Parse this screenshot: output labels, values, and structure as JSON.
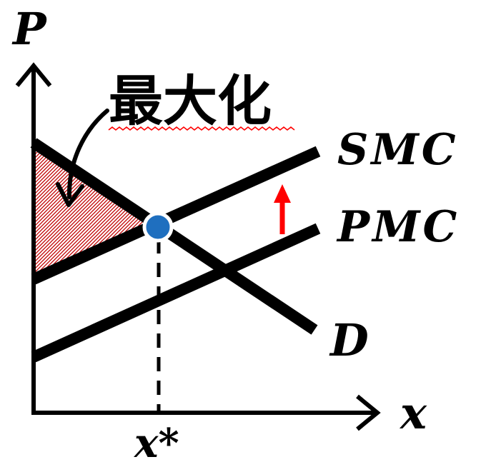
{
  "diagram": {
    "axis_y_label": "P",
    "axis_x_label": "x",
    "equilibrium_label": "x*",
    "annotation_text": "最大化",
    "curves": {
      "smc_label": "SMC",
      "pmc_label": "PMC",
      "demand_label": "D"
    },
    "colors": {
      "line": "#000000",
      "shift_arrow": "#ff0000",
      "equilibrium_point": "#1f6fbf",
      "surplus_hatch": "#c00000",
      "annotation_underline": "#ff0000"
    },
    "icons": {
      "shift_arrow": "arrow-up-icon",
      "equilibrium_point": "dot-icon"
    }
  }
}
